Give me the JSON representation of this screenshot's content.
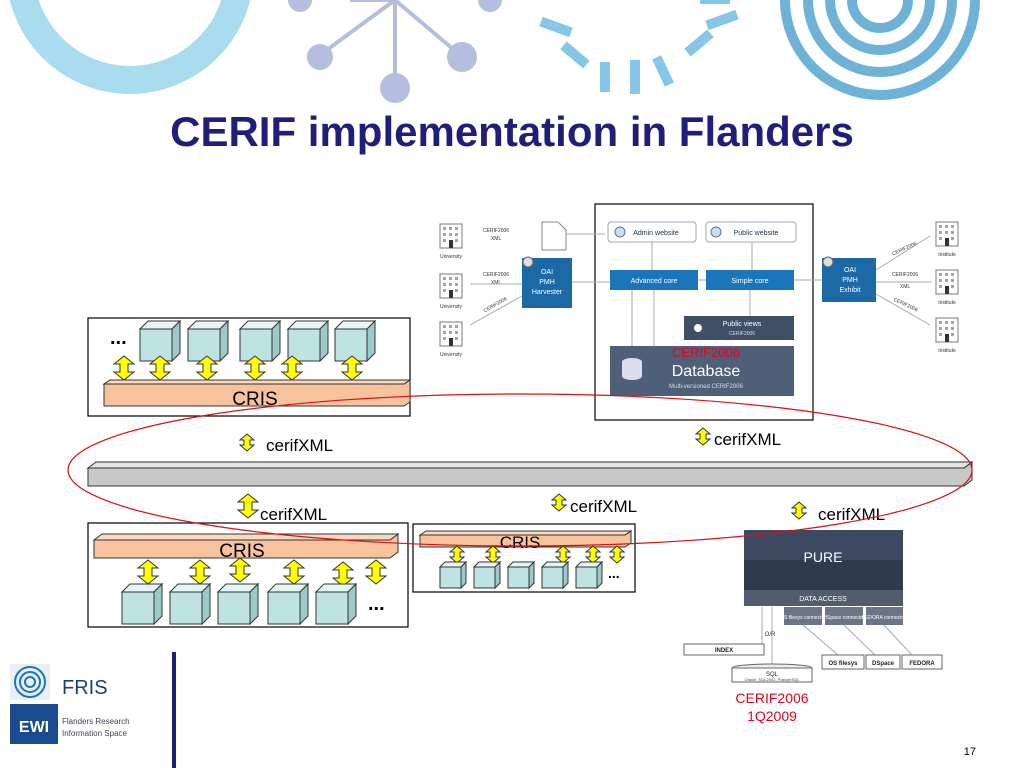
{
  "slide": {
    "title": "CERIF implementation in Flanders",
    "page_number": "17"
  },
  "labels": {
    "cris_top": "CRIS",
    "cris_bottom_left": "CRIS",
    "cris_bottom_mid": "CRIS",
    "ellipsis": "...",
    "cerif_xml": "cerifXML",
    "cerif2006_red": "CERIF2006",
    "cerif2006_bottom_line1": "CERIF2006",
    "cerif2006_bottom_line2": "1Q2009"
  },
  "diagram_top": {
    "university": "University",
    "institute": "Institute",
    "cerif2006": "CERIF2006",
    "xml": "XML",
    "oai_harvester": [
      "OAI",
      "PMH",
      "Harvester"
    ],
    "oai_exhibit": [
      "OAI",
      "PMH",
      "Exhibit"
    ],
    "admin_website": "Admin website",
    "public_website": "Public website",
    "advanced_core": "Advanced core",
    "simple_core": "Simple core",
    "public_views": "Public views",
    "public_views_sub": "CERIF2006",
    "database": "Database",
    "database_sub": "Multi-versioned CERIF2006"
  },
  "diagram_pure": {
    "pure": "PURE",
    "data_access": "DATA ACCESS",
    "connectors": [
      "OS filesys connector",
      "DSpace connector",
      "FEDORA connector"
    ],
    "index": "INDEX",
    "sql": "SQL",
    "sql_sub": "Oracle, SQL2002, PostgreSQL",
    "or": "O/R",
    "outputs": [
      "OS filesys",
      "DSpace",
      "FEDORA"
    ]
  },
  "logo": {
    "fris": "FRIS",
    "ewi": "EWI",
    "line1": "Flanders Research",
    "line2": "Information Space"
  },
  "colors": {
    "title": "#1f1f7a",
    "red": "#e8001c",
    "cris_bar": "#f7c39c",
    "cube": "#bfe3e3",
    "arrow": "#ffff00",
    "bus": "#c8c8c8",
    "accent_blue": "#1b75bb"
  }
}
